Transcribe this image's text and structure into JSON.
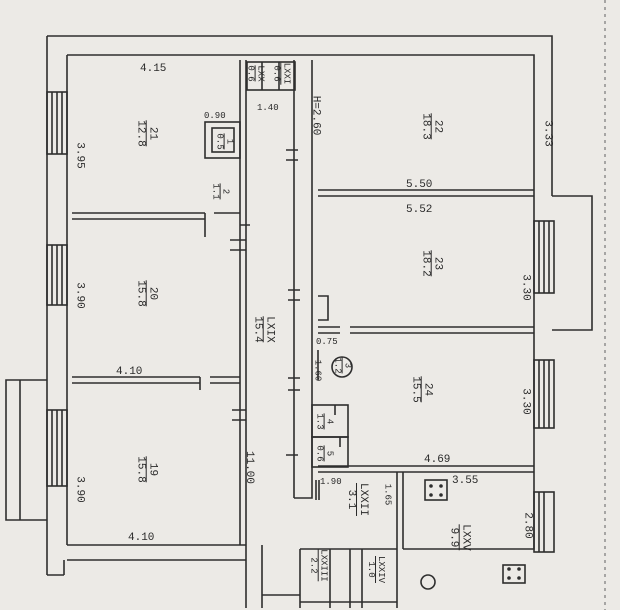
{
  "dims": {
    "room21_width": "4.15",
    "room21_depth": "3.95",
    "corr_stub": "0.90",
    "corr_width": "1.40",
    "height": "H=2.60",
    "room22_width": "5.50",
    "room22_depth": "3.33",
    "room23_width": "5.52",
    "room23_depth": "3.30",
    "room20_depth": "3.90",
    "room20_width": "4.10",
    "room24_depth": "3.30",
    "room24_width": "4.69",
    "room19_depth": "3.90",
    "room19_width": "4.10",
    "corridor_len": "11.00",
    "lower_w1": "1.90",
    "lower_h1": "1.65",
    "room25_width": "3.55",
    "room25_depth": "2.80",
    "small_075": "0.75",
    "small_160": "1.60"
  },
  "rooms": [
    {
      "num": "21",
      "area": "12.8"
    },
    {
      "num": "22",
      "area": "18.3"
    },
    {
      "num": "23",
      "area": "18.2"
    },
    {
      "num": "20",
      "area": "15.8"
    },
    {
      "num": "24",
      "area": "15.5"
    },
    {
      "num": "19",
      "area": "15.8"
    },
    {
      "num": "LXIX",
      "area": "15.4"
    },
    {
      "num": "LXXII",
      "area": "3.1"
    },
    {
      "num": "LXXV",
      "area": "9.9"
    },
    {
      "num": "1",
      "area": "0.5"
    },
    {
      "num": "2",
      "area": "1.1"
    },
    {
      "num": "3",
      "area": "1.2"
    },
    {
      "num": "4",
      "area": "1.3"
    },
    {
      "num": "5",
      "area": "0.6"
    },
    {
      "num": "LXX",
      "area": "0.6"
    },
    {
      "num": "LXXI",
      "area": "0.6"
    },
    {
      "num": "LXXIII",
      "area": "2.2"
    },
    {
      "num": "LXXIV",
      "area": "1.0"
    }
  ]
}
